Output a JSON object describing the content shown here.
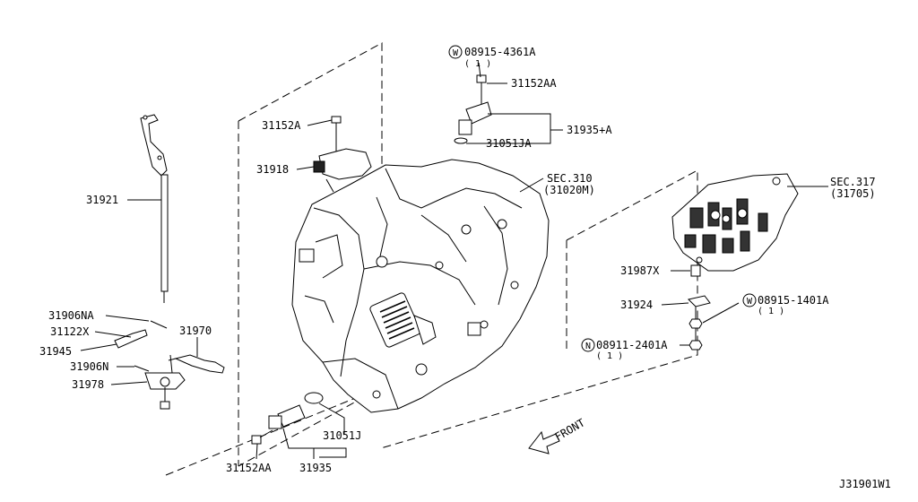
{
  "diagram": {
    "ref_code": "J31901W1",
    "front_label": "FRONT",
    "labels": {
      "p31921": "31921",
      "p31906NA": "31906NA",
      "p31122X": "31122X",
      "p31945": "31945",
      "p31906N": "31906N",
      "p31978": "31978",
      "p31970": "31970",
      "p31152A": "31152A",
      "p31918": "31918",
      "w08915_4361A": "08915-4361A",
      "w08915_4361A_qty": "( 1 )",
      "p31152AA_top": "31152AA",
      "p31051JA": "31051JA",
      "p31935A": "31935+A",
      "sec310": "SEC.310",
      "sec310_ref": "(31020M)",
      "sec317": "SEC.317",
      "sec317_ref": "(31705)",
      "p31987X": "31987X",
      "p31924": "31924",
      "w08915_1401A": "08915-1401A",
      "w08915_1401A_qty": "( 1 )",
      "n08911_2401A": "08911-2401A",
      "n08911_2401A_qty": "( 1 )",
      "p31051J": "31051J",
      "p31152AA_bottom": "31152AA",
      "p31935": "31935",
      "circle_w": "W",
      "circle_n": "N"
    }
  }
}
